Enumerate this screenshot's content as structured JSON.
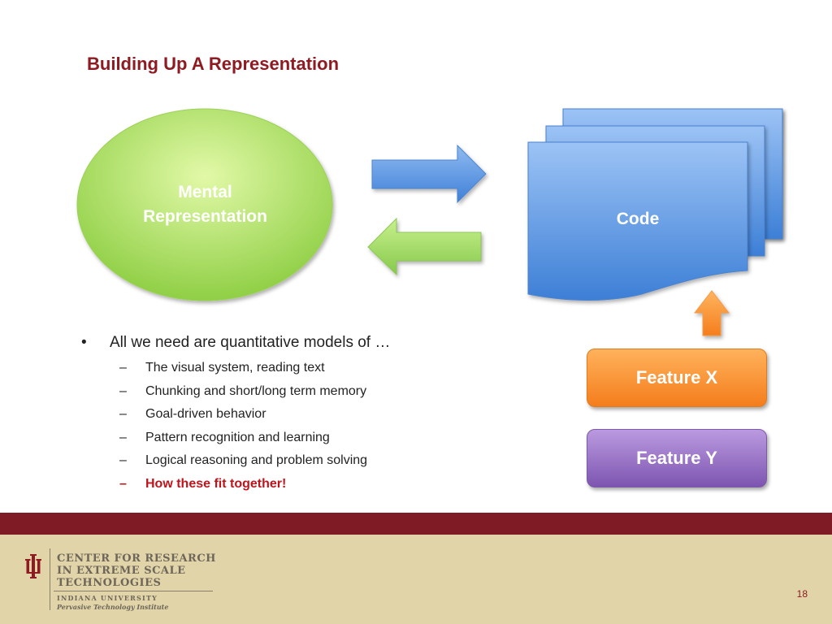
{
  "slide": {
    "title": "Building Up A Representation",
    "page_number": "18"
  },
  "diagram": {
    "mental_representation": {
      "line1": "Mental",
      "line2": "Representation",
      "fill_light": "#d9f59a",
      "fill_dark": "#8fcf45"
    },
    "code_label": "Code",
    "code_fill": "#4f8fde",
    "arrow_right_color": "#4d8ee0",
    "arrow_left_color": "#8fd154",
    "arrow_up_color": "#f58a2a",
    "feature_x": "Feature X",
    "feature_y": "Feature Y"
  },
  "bullets": {
    "main_marker": "•",
    "main": "All we need are quantitative models of …",
    "sub_marker": "–",
    "items": [
      "The visual system, reading text",
      "Chunking and short/long term memory",
      "Goal-driven behavior",
      "Pattern recognition and learning",
      "Logical reasoning and problem solving",
      "How these fit together!"
    ]
  },
  "footer": {
    "org_line1": "CENTER FOR RESEARCH",
    "org_line2": "IN EXTREME SCALE",
    "org_line3": "TECHNOLOGIES",
    "university": "INDIANA UNIVERSITY",
    "institute": "Pervasive Technology Institute",
    "band_color": "#7f1b24",
    "background_color": "#e1d4a9"
  }
}
